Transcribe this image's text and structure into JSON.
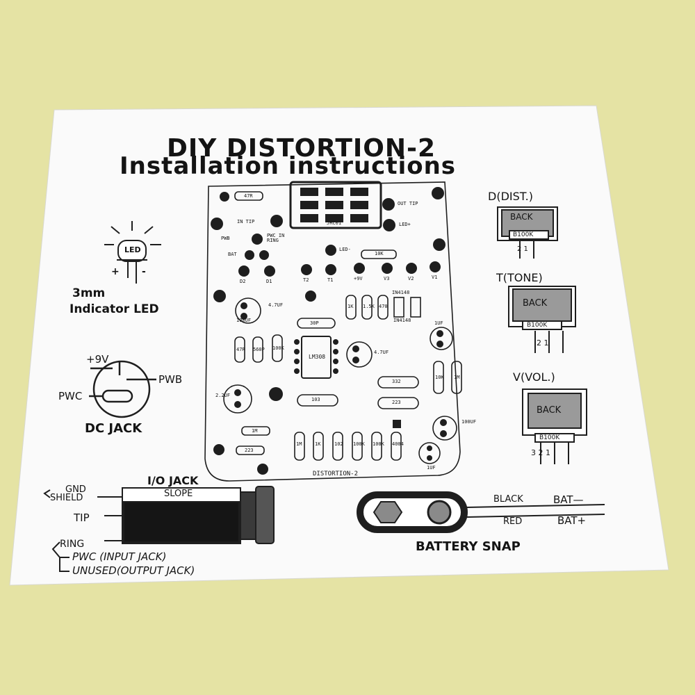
{
  "title": {
    "line1": "DIY DISTORTION-2",
    "line2": "Installation instructions"
  },
  "led": {
    "label_line1": "3mm",
    "label_line2": "Indicator LED",
    "chip": "LED",
    "plus": "+",
    "minus": "-"
  },
  "dc_jack": {
    "label": "DC JACK",
    "pin_9v": "+9V",
    "pin_pwb": "PWB",
    "pin_pwc": "PWC"
  },
  "io_jack": {
    "label": "I/O JACK",
    "slope": "SLOPE",
    "gnd": "GND",
    "shield": "SHIELD",
    "tip": "TIP",
    "ring": "RING",
    "pwc": "PWC (INPUT JACK)",
    "unused": "UNUSED(OUTPUT JACK)"
  },
  "battery": {
    "label": "BATTERY SNAP",
    "black": "BLACK",
    "red": "RED",
    "bat_minus": "BAT—",
    "bat_plus": "BAT+"
  },
  "pots": [
    {
      "name": "D(DIST.)",
      "back": "BACK",
      "value": "B100K",
      "pins": "2  1"
    },
    {
      "name": "T(TONE)",
      "back": "BACK",
      "value": "B100K",
      "pins": "2  1"
    },
    {
      "name": "V(VOL.)",
      "back": "BACK",
      "value": "B100K",
      "pins": "3  2  1"
    }
  ],
  "pcb": {
    "name": "DISTORTION-2",
    "r_top": "47R",
    "in_tip": "IN TIP",
    "out_tip": "OUT TIP",
    "led_plus": "LED+",
    "led_minus": "LED-",
    "pwb": "PWB",
    "pwc_ring": "PWC IN RING",
    "bat": "BAT",
    "r10k": "10K",
    "d2": "D2",
    "d1": "D1",
    "t2": "T2",
    "t1": "T1",
    "p9v": "+9V",
    "v3": "V3",
    "v2": "V2",
    "v1": "V1",
    "r1k": "1K",
    "r15k": "1.5K",
    "r470": "470",
    "in4148a": "IN4148",
    "in4148b": "IN4148",
    "c47uf": "4.7UF",
    "c100uf": "100UF",
    "c30p": "30P",
    "r47r2": "47R",
    "r560p": "560P",
    "r100k": "100K",
    "ic": "LM308",
    "c47uf2": "4.7UF",
    "c1uf": "1UF",
    "r10k2": "10K",
    "r1m": "1M",
    "c332": "332",
    "c223": "223",
    "c103": "103",
    "c22uf": "2.2UF",
    "r1m2": "1M",
    "b1m": "1M",
    "b1k": "1K",
    "b102": "102",
    "b100k": "100K",
    "b100k2": "100K",
    "b4004": "4004",
    "c223b": "223",
    "c100uf2": "100UF",
    "c1uf2": "1UF",
    "reg": "JRC01"
  }
}
